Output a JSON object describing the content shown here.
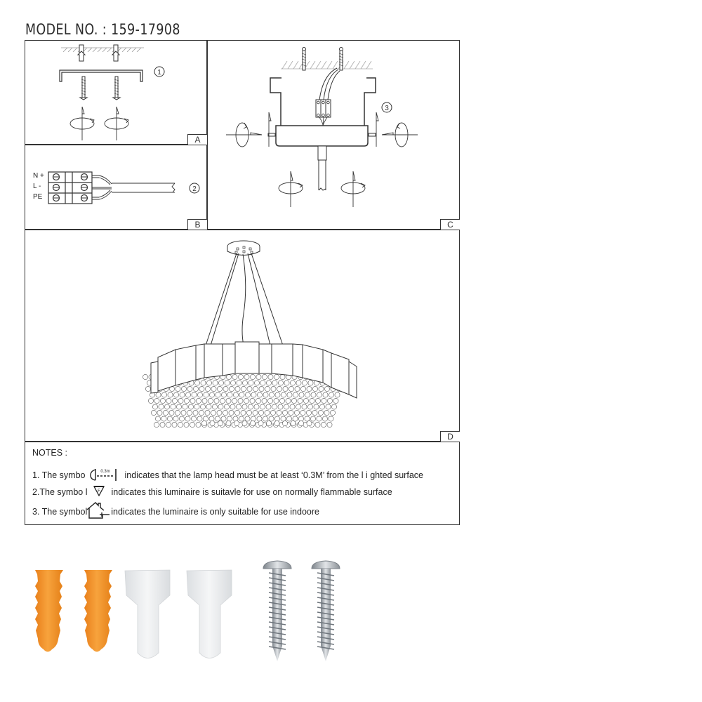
{
  "header": {
    "model_label": "MODEL NO. : 159-17908"
  },
  "panels": {
    "A": {
      "tag": "A",
      "step": "1",
      "description": "Fix mounting bracket to ceiling using wall plugs and screws"
    },
    "B": {
      "tag": "B",
      "step": "2",
      "terminal_labels": [
        "N +",
        "L -",
        "PE"
      ],
      "description": "Connect wires to terminal block"
    },
    "C": {
      "tag": "C",
      "step": "3",
      "description": "Attach canopy to bracket and tighten side screws"
    },
    "D": {
      "tag": "D",
      "description": "Assembled crystal pendant chandelier"
    }
  },
  "notes": {
    "title": "NOTES :",
    "items": [
      {
        "prefix": "1. The symbo",
        "symbol": "distance-0.3m-icon",
        "symbol_text": "0.3m",
        "text": "indicates that the lamp head must be at least ‘0.3M’ from the l i ghted surface"
      },
      {
        "prefix": "2.The symbo l",
        "symbol": "flammable-surface-f-icon",
        "symbol_text": "F",
        "text": "indicates this luminaire is suitavle for use on normally flammable surface"
      },
      {
        "prefix": "3. The symbol",
        "symbol": "indoor-house-icon",
        "symbol_text": "",
        "text": "indicates the luminaire is only suitable for use indoore"
      }
    ]
  },
  "parts": [
    {
      "name": "wall-plug",
      "count": 2,
      "color": "#f39a2c"
    },
    {
      "name": "wire-connector-cap",
      "count": 2,
      "color": "#e8eaec"
    },
    {
      "name": "screw",
      "count": 2,
      "color": "#b9bec4"
    }
  ],
  "colors": {
    "line": "#333333",
    "plug_orange": "#f39a2c",
    "cap_white": "#e9ebed",
    "screw_silver": "#b6bbc1"
  }
}
